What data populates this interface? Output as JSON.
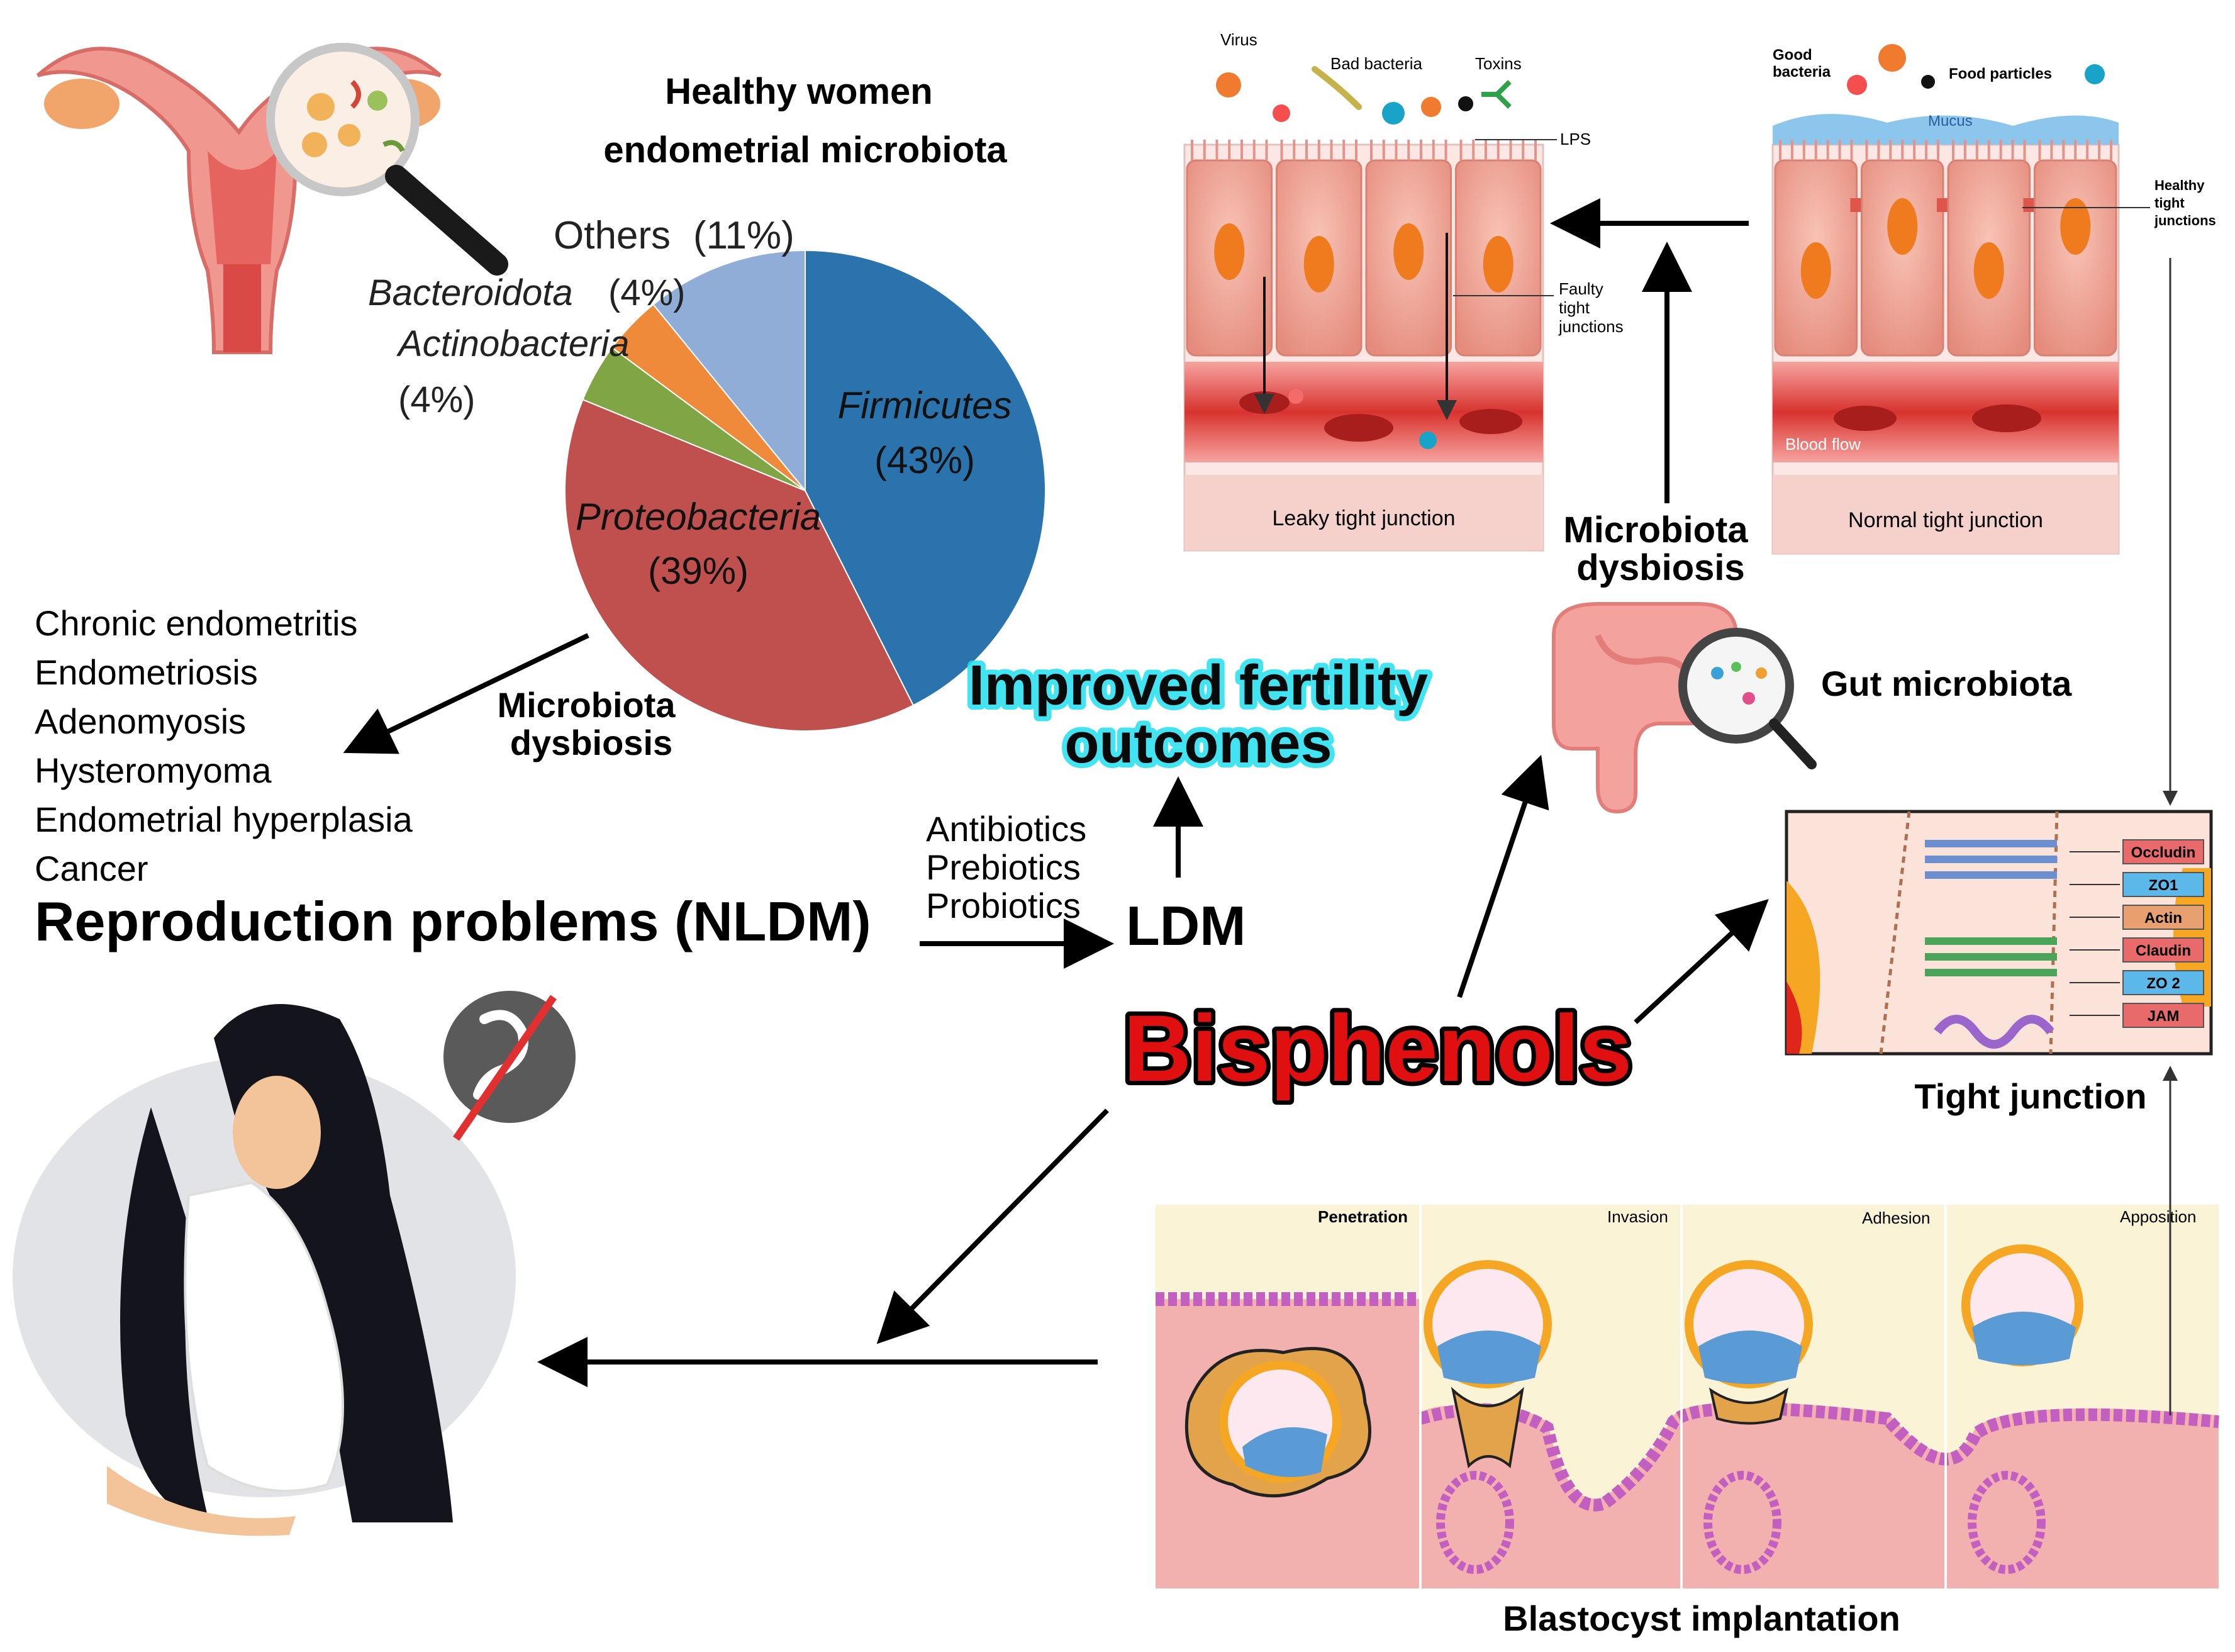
{
  "pie": {
    "title_line1": "Healthy women",
    "title_line2": "endometrial microbiota"
  },
  "chart_data": {
    "type": "pie",
    "title": "Healthy women endometrial microbiota",
    "series": [
      {
        "name": "Firmicutes",
        "value": 43,
        "label": "(43%)",
        "color": "#2a73ad"
      },
      {
        "name": "Proteobacteria",
        "value": 39,
        "label": "(39%)",
        "color": "#c0504d"
      },
      {
        "name": "Actinobacteria",
        "value": 4,
        "label": "(4%)",
        "color": "#7fa545"
      },
      {
        "name": "Bacteroidota",
        "value": 4,
        "label": "(4%)",
        "color": "#ee8a3a"
      },
      {
        "name": "Others",
        "value": 11,
        "label": "(11%)",
        "color": "#8fadd6"
      }
    ]
  },
  "problems": {
    "items": [
      "Chronic endometritis",
      "Endometriosis",
      "Adenomyosis",
      "Hysteromyoma",
      "Endometrial hyperplasia",
      "Cancer"
    ],
    "heading": "Reproduction problems (NLDM)"
  },
  "labels": {
    "dysbiosis_left_1": "Microbiota",
    "dysbiosis_left_2": "dysbiosis",
    "improved_1": "Improved fertility",
    "improved_2": "outcomes",
    "treat_1": "Antibiotics",
    "treat_2": "Prebiotics",
    "treat_3": "Probiotics",
    "ldm": "LDM",
    "bisphenols": "Bisphenols",
    "dysbiosis_right_1": "Microbiota",
    "dysbiosis_right_2": "dysbiosis",
    "gut": "Gut microbiota",
    "tight_junction": "Tight junction",
    "blastocyst": "Blastocyst implantation"
  },
  "leaky_panel": {
    "virus": "Virus",
    "bad_bacteria": "Bad bacteria",
    "toxins": "Toxins",
    "lps": "LPS",
    "faulty_1": "Faulty",
    "faulty_2": "tight",
    "faulty_3": "junctions",
    "caption": "Leaky tight junction"
  },
  "normal_panel": {
    "good_1": "Good",
    "good_2": "bacteria",
    "food": "Food particles",
    "mucus": "Mucus",
    "healthy_1": "Healthy",
    "healthy_2": "tight",
    "healthy_3": "junctions",
    "blood": "Blood flow",
    "caption": "Normal tight junction"
  },
  "tj_proteins": [
    "Occludin",
    "ZO1",
    "Actin",
    "Claudin",
    "ZO 2",
    "JAM"
  ],
  "implant_stages": [
    "Penetration",
    "Invasion",
    "Adhesion",
    "Apposition"
  ],
  "colors": {
    "arrow": "#000000",
    "bisphenols": "#e01010",
    "improved_glow": "#22e0f0",
    "cell": "#f2a89a",
    "nucleus": "#f07a1e",
    "vessel": "#d8332e"
  }
}
